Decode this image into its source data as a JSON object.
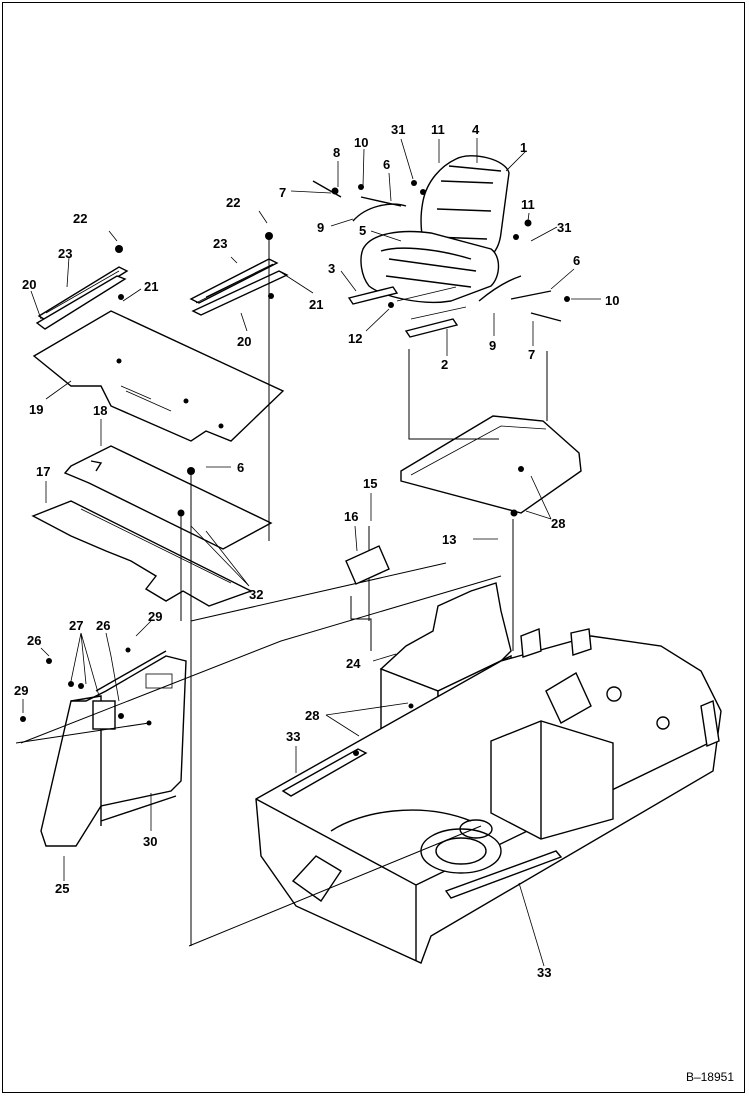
{
  "drawing": {
    "reference": "B–18951"
  },
  "callouts": [
    {
      "id": "c1",
      "text": "1"
    },
    {
      "id": "c2",
      "text": "2"
    },
    {
      "id": "c3",
      "text": "3"
    },
    {
      "id": "c4",
      "text": "4"
    },
    {
      "id": "c5",
      "text": "5"
    },
    {
      "id": "c6a",
      "text": "6"
    },
    {
      "id": "c6b",
      "text": "6"
    },
    {
      "id": "c6c",
      "text": "6"
    },
    {
      "id": "c7a",
      "text": "7"
    },
    {
      "id": "c7b",
      "text": "7"
    },
    {
      "id": "c8",
      "text": "8"
    },
    {
      "id": "c9a",
      "text": "9"
    },
    {
      "id": "c9b",
      "text": "9"
    },
    {
      "id": "c10a",
      "text": "10"
    },
    {
      "id": "c10b",
      "text": "10"
    },
    {
      "id": "c11a",
      "text": "11"
    },
    {
      "id": "c11b",
      "text": "11"
    },
    {
      "id": "c12",
      "text": "12"
    },
    {
      "id": "c13",
      "text": "13"
    },
    {
      "id": "c15",
      "text": "15"
    },
    {
      "id": "c16",
      "text": "16"
    },
    {
      "id": "c17",
      "text": "17"
    },
    {
      "id": "c18",
      "text": "18"
    },
    {
      "id": "c19",
      "text": "19"
    },
    {
      "id": "c20a",
      "text": "20"
    },
    {
      "id": "c20b",
      "text": "20"
    },
    {
      "id": "c21a",
      "text": "21"
    },
    {
      "id": "c21b",
      "text": "21"
    },
    {
      "id": "c22a",
      "text": "22"
    },
    {
      "id": "c22b",
      "text": "22"
    },
    {
      "id": "c23a",
      "text": "23"
    },
    {
      "id": "c23b",
      "text": "23"
    },
    {
      "id": "c24",
      "text": "24"
    },
    {
      "id": "c25",
      "text": "25"
    },
    {
      "id": "c26a",
      "text": "26"
    },
    {
      "id": "c26b",
      "text": "26"
    },
    {
      "id": "c27",
      "text": "27"
    },
    {
      "id": "c28a",
      "text": "28"
    },
    {
      "id": "c28b",
      "text": "28"
    },
    {
      "id": "c29a",
      "text": "29"
    },
    {
      "id": "c29b",
      "text": "29"
    },
    {
      "id": "c30",
      "text": "30"
    },
    {
      "id": "c31a",
      "text": "31"
    },
    {
      "id": "c31b",
      "text": "31"
    },
    {
      "id": "c32",
      "text": "32"
    },
    {
      "id": "c33a",
      "text": "33"
    },
    {
      "id": "c33b",
      "text": "33"
    }
  ]
}
